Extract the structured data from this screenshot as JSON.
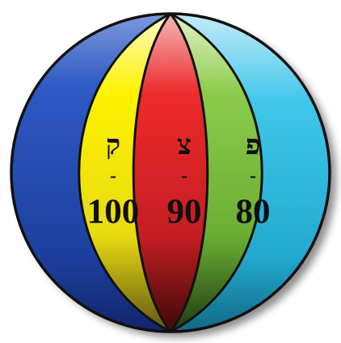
{
  "segments": [
    {
      "key": "qof",
      "letter": "ק",
      "dash": "-",
      "number": "100",
      "color": "#f5e600"
    },
    {
      "key": "tsadi",
      "letter": "צ",
      "dash": "-",
      "number": "90",
      "color": "#e31e24"
    },
    {
      "key": "pe",
      "letter": "פ",
      "dash": "-",
      "number": "80",
      "color": "#7dbb3c"
    }
  ],
  "colors": {
    "left_outer": "#1f47a8",
    "right_outer": "#2fb8dc",
    "outline": "#111111"
  }
}
